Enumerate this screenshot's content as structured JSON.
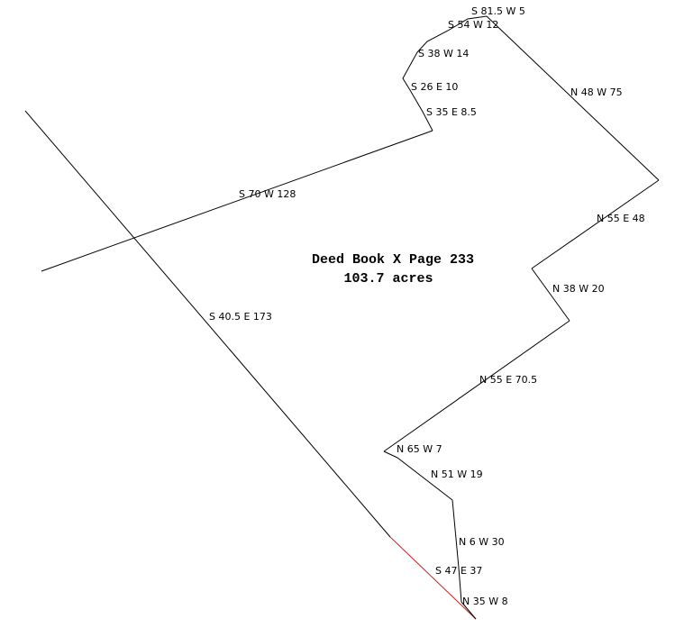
{
  "title": {
    "line1": "Deed Book X Page 233",
    "line2": "103.7 acres"
  },
  "colors": {
    "line": "#000000",
    "closing_line": "#cc2222"
  },
  "calls": [
    {
      "id": "s815w5",
      "label": "S 81.5 W 5"
    },
    {
      "id": "s54w12",
      "label": "S 54 W 12"
    },
    {
      "id": "s38w14",
      "label": "S 38 W 14"
    },
    {
      "id": "s26e10",
      "label": "S 26 E 10"
    },
    {
      "id": "s35e85",
      "label": "S 35 E 8.5"
    },
    {
      "id": "s70w128",
      "label": "S 70 W 128"
    },
    {
      "id": "s405e173",
      "label": "S 40.5 E 173"
    },
    {
      "id": "n48w75",
      "label": "N 48 W 75"
    },
    {
      "id": "n55e48",
      "label": "N 55 E 48"
    },
    {
      "id": "n38w20",
      "label": "N 38 W 20"
    },
    {
      "id": "n55e705",
      "label": "N 55 E 70.5"
    },
    {
      "id": "n65w7",
      "label": "N 65 W 7"
    },
    {
      "id": "n51w19",
      "label": "N 51 W 19"
    },
    {
      "id": "n6w30",
      "label": "N 6 W 30"
    },
    {
      "id": "s47e37",
      "label": "S 47 E 37"
    },
    {
      "id": "n35w8",
      "label": "N 35 W 8"
    }
  ]
}
